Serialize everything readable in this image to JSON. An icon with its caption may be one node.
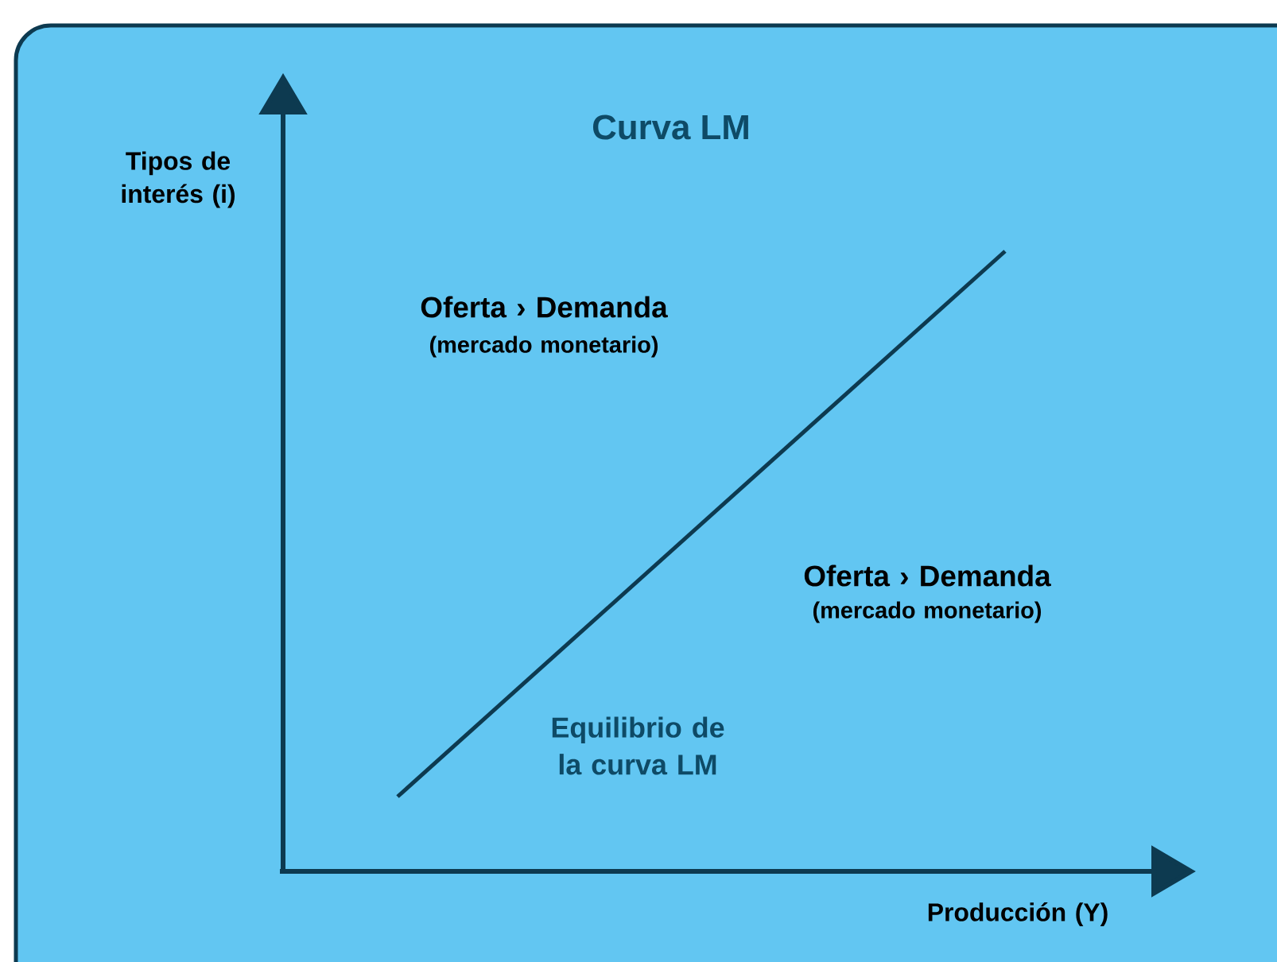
{
  "diagram": {
    "title": "Curva LM",
    "labels": [
      "Tipos de interés (i)",
      "Oferta › Demanda",
      "(mercado monetario)",
      "Oferta › Demanda",
      "(mercado monetario)",
      "Equilibrio de la curva LM",
      "Producción (Y)"
    ]
  }
}
